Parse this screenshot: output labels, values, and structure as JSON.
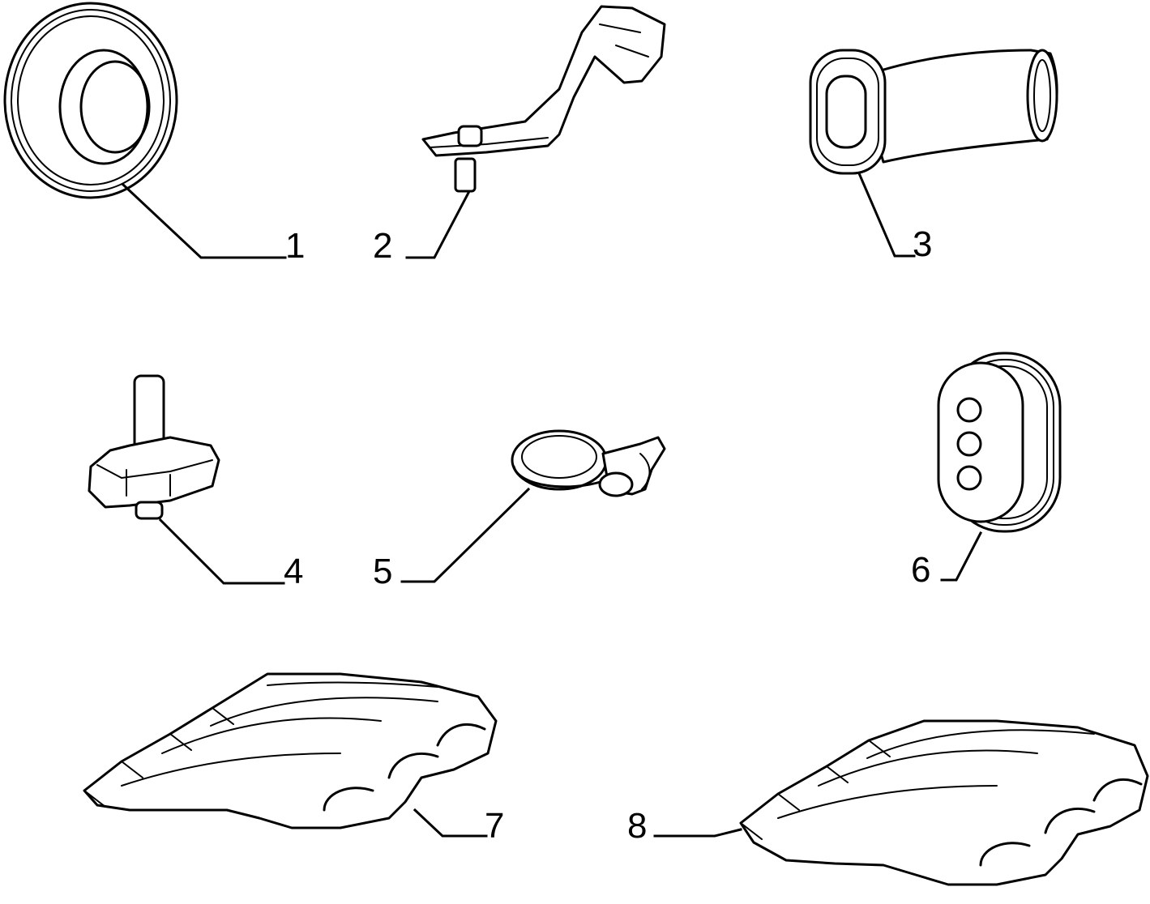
{
  "diagram": {
    "background": "#ffffff",
    "ink": "#000000",
    "parts": [
      {
        "label": "1",
        "icon": "grommet-ring-icon"
      },
      {
        "label": "2",
        "icon": "mounting-bracket-icon"
      },
      {
        "label": "3",
        "icon": "bent-sleeve-icon"
      },
      {
        "label": "4",
        "icon": "pin-clip-icon"
      },
      {
        "label": "5",
        "icon": "hose-clamp-icon"
      },
      {
        "label": "6",
        "icon": "three-hole-grommet-icon"
      },
      {
        "label": "7",
        "icon": "cable-guide-icon"
      },
      {
        "label": "8",
        "icon": "cable-guide-icon"
      }
    ]
  }
}
